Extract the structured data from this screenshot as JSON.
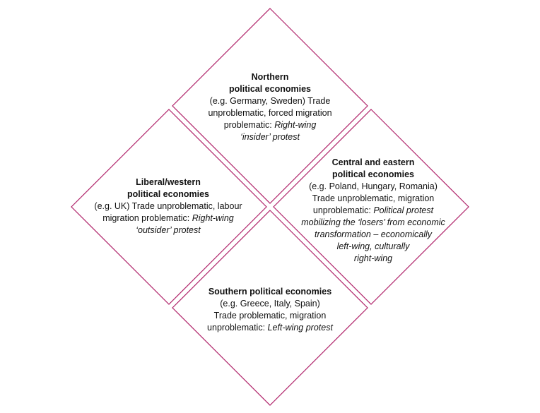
{
  "colors": {
    "diamond_stroke": "#b0246a",
    "text": "#111111",
    "background": "#ffffff"
  },
  "diamonds": {
    "north": {
      "title_line1": "Northern",
      "title_line2": "political economies",
      "line1": "(e.g. Germany, Sweden) Trade",
      "line2": "unproblematic, forced migration",
      "line3_plain": "problematic: ",
      "line3_italic": "Right-wing",
      "line4_italic": "‘insider’ protest"
    },
    "west": {
      "title_line1": "Liberal/western",
      "title_line2": "political economies",
      "line1": "(e.g. UK) Trade unproblematic, labour",
      "line2_plain": "migration problematic: ",
      "line2_italic": "Right-wing",
      "line3_italic": "‘outsider’ protest"
    },
    "east": {
      "title_line1": "Central and eastern",
      "title_line2": "political economies",
      "line1": "(e.g. Poland, Hungary, Romania)",
      "line2": "Trade unproblematic, migration",
      "line3_plain": "unproblematic: ",
      "line3_italic": "Political protest",
      "line4_italic": "mobilizing the ‘losers’ from economic",
      "line5_italic": "transformation – economically",
      "line6_italic": "left-wing, culturally",
      "line7_italic": "right-wing"
    },
    "south": {
      "title_line1": "Southern political economies",
      "line1": "(e.g. Greece, Italy, Spain)",
      "line2": "Trade problematic, migration",
      "line3_plain": "unproblematic: ",
      "line3_italic": "Left-wing protest"
    }
  }
}
